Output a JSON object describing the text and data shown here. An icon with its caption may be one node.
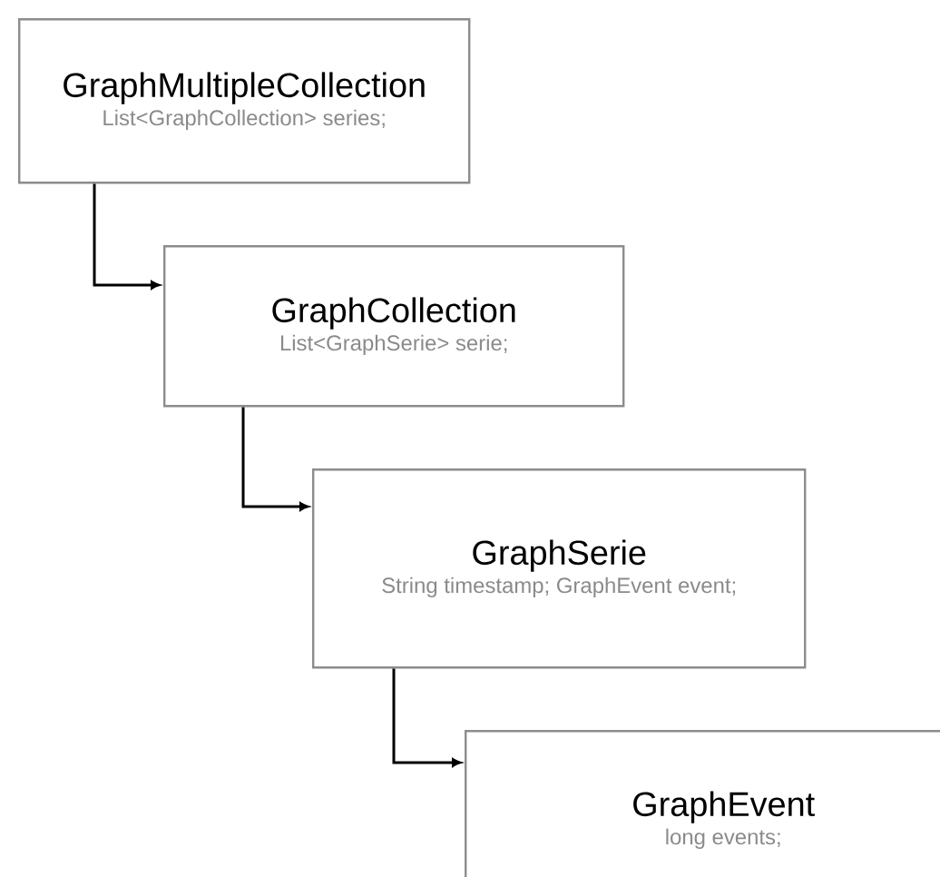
{
  "diagram": {
    "nodes": [
      {
        "text": [
          "GraphMultipleCollection",
          "List<GraphCollection> series;"
        ]
      },
      {
        "text": [
          "GraphCollection",
          "List<GraphSerie> serie;"
        ]
      },
      {
        "text": [
          "GraphSerie",
          "String timestamp; GraphEvent event;"
        ]
      },
      {
        "text": [
          "GraphEvent",
          "long events;"
        ]
      }
    ],
    "edges": [
      {
        "from": 0,
        "to": 1,
        "arrow": "to"
      },
      {
        "from": 1,
        "to": 2,
        "arrow": "to"
      },
      {
        "from": 2,
        "to": 3,
        "arrow": "to"
      }
    ]
  }
}
